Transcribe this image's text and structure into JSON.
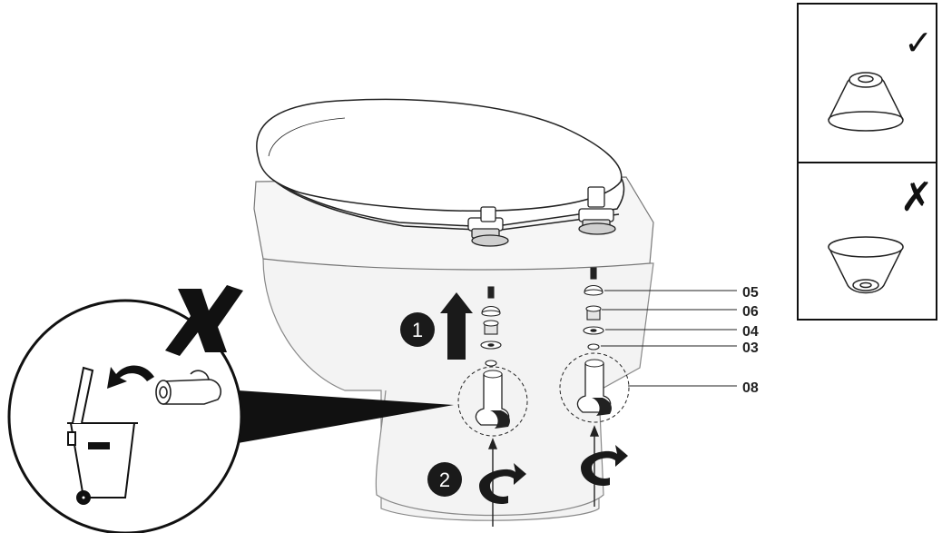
{
  "part_labels": [
    {
      "code": "05",
      "name": "cone washer"
    },
    {
      "code": "06",
      "name": "nut"
    },
    {
      "code": "04",
      "name": "flat washer"
    },
    {
      "code": "03",
      "name": "small nut"
    },
    {
      "code": "08",
      "name": "hinge bolt"
    }
  ],
  "steps": [
    {
      "number": "1",
      "action": "lift seat up"
    },
    {
      "number": "2",
      "action": "rotate bolt"
    }
  ],
  "orientation_panel": {
    "correct_mark": "✓",
    "wrong_mark": "✗"
  },
  "colors": {
    "line": "#222222",
    "bowl_fill": "#f3f3f3",
    "seat_fill": "#ffffff",
    "mark_fill": "#1a1a1a"
  },
  "icons": [
    "check-icon",
    "cross-icon",
    "trash-bin-icon",
    "arrow-up-icon",
    "rotate-arrow-icon"
  ]
}
